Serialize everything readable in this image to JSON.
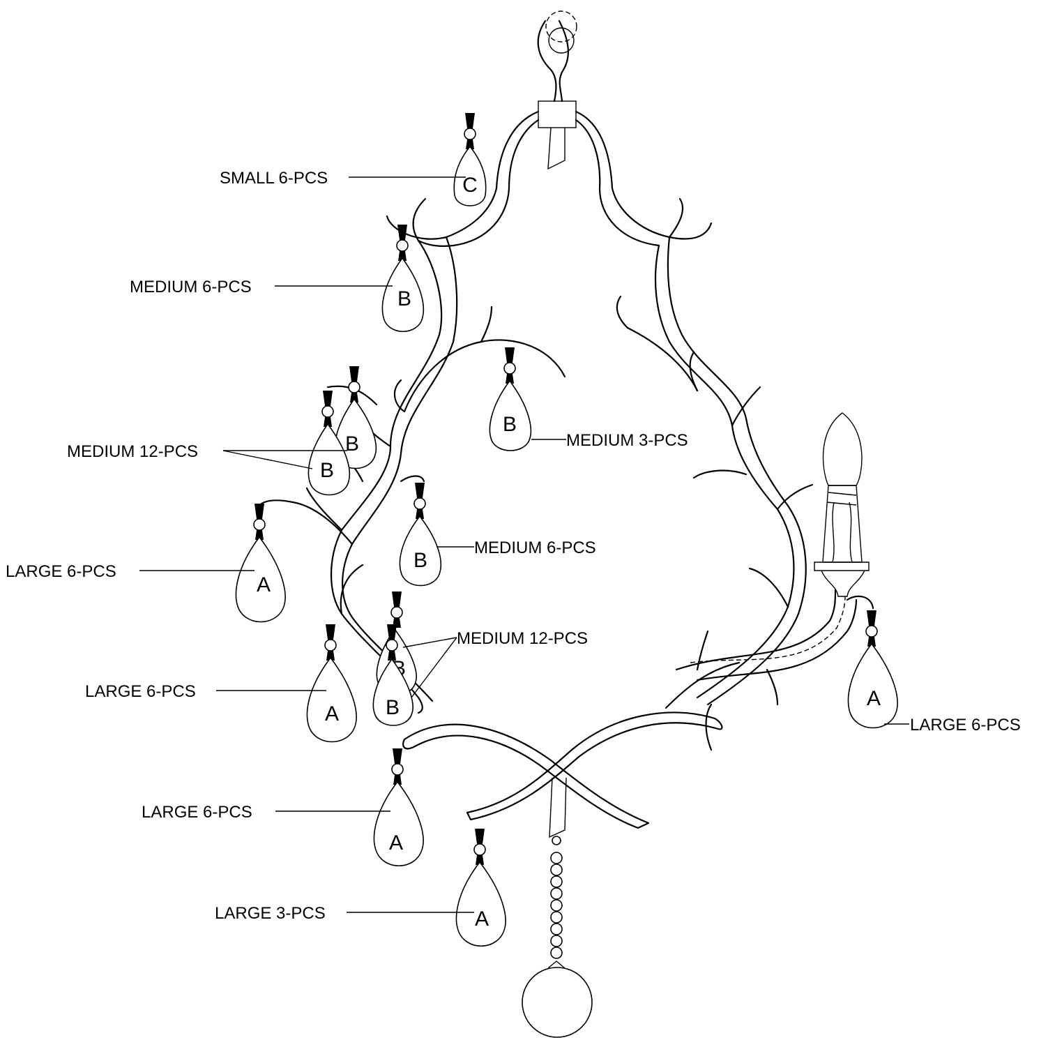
{
  "labels": {
    "small_6": "SMALL 6-PCS",
    "medium_6_top": "MEDIUM 6-PCS",
    "medium_3": "MEDIUM 3-PCS",
    "medium_12_upper": "MEDIUM 12-PCS",
    "medium_6_mid": "MEDIUM 6-PCS",
    "large_6_left": "LARGE 6-PCS",
    "medium_12_lower": "MEDIUM 12-PCS",
    "large_6_mid": "LARGE 6-PCS",
    "large_6_right": "LARGE 6-PCS",
    "large_6_low": "LARGE 6-PCS",
    "large_3": "LARGE 3-PCS"
  },
  "letters": {
    "a": "A",
    "b": "B",
    "c": "C"
  }
}
